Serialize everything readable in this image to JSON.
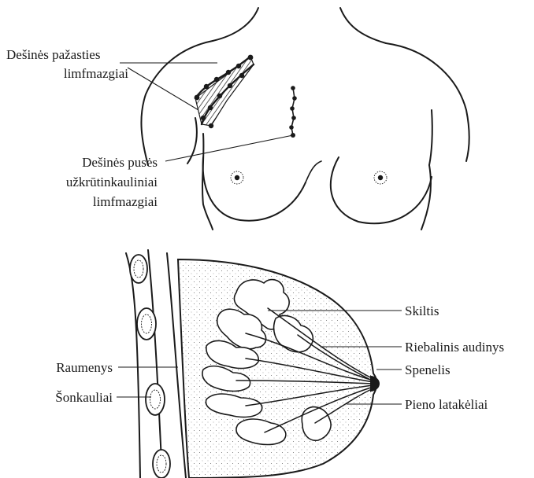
{
  "top_figure": {
    "labels": {
      "axillary_nodes_line1": "Dešinės pažasties",
      "axillary_nodes_line2": "limfmazgiai",
      "internal_mammary_line1": "Dešinės pusės",
      "internal_mammary_line2": "užkrūtinkauliniai",
      "internal_mammary_line3": "limfmazgiai"
    }
  },
  "bottom_figure": {
    "labels": {
      "lobule": "Skiltis",
      "fatty_tissue": "Riebalinis audinys",
      "nipple": "Spenelis",
      "milk_ducts": "Pieno latakėliai",
      "muscles": "Raumenys",
      "ribs": "Šonkauliai"
    }
  }
}
